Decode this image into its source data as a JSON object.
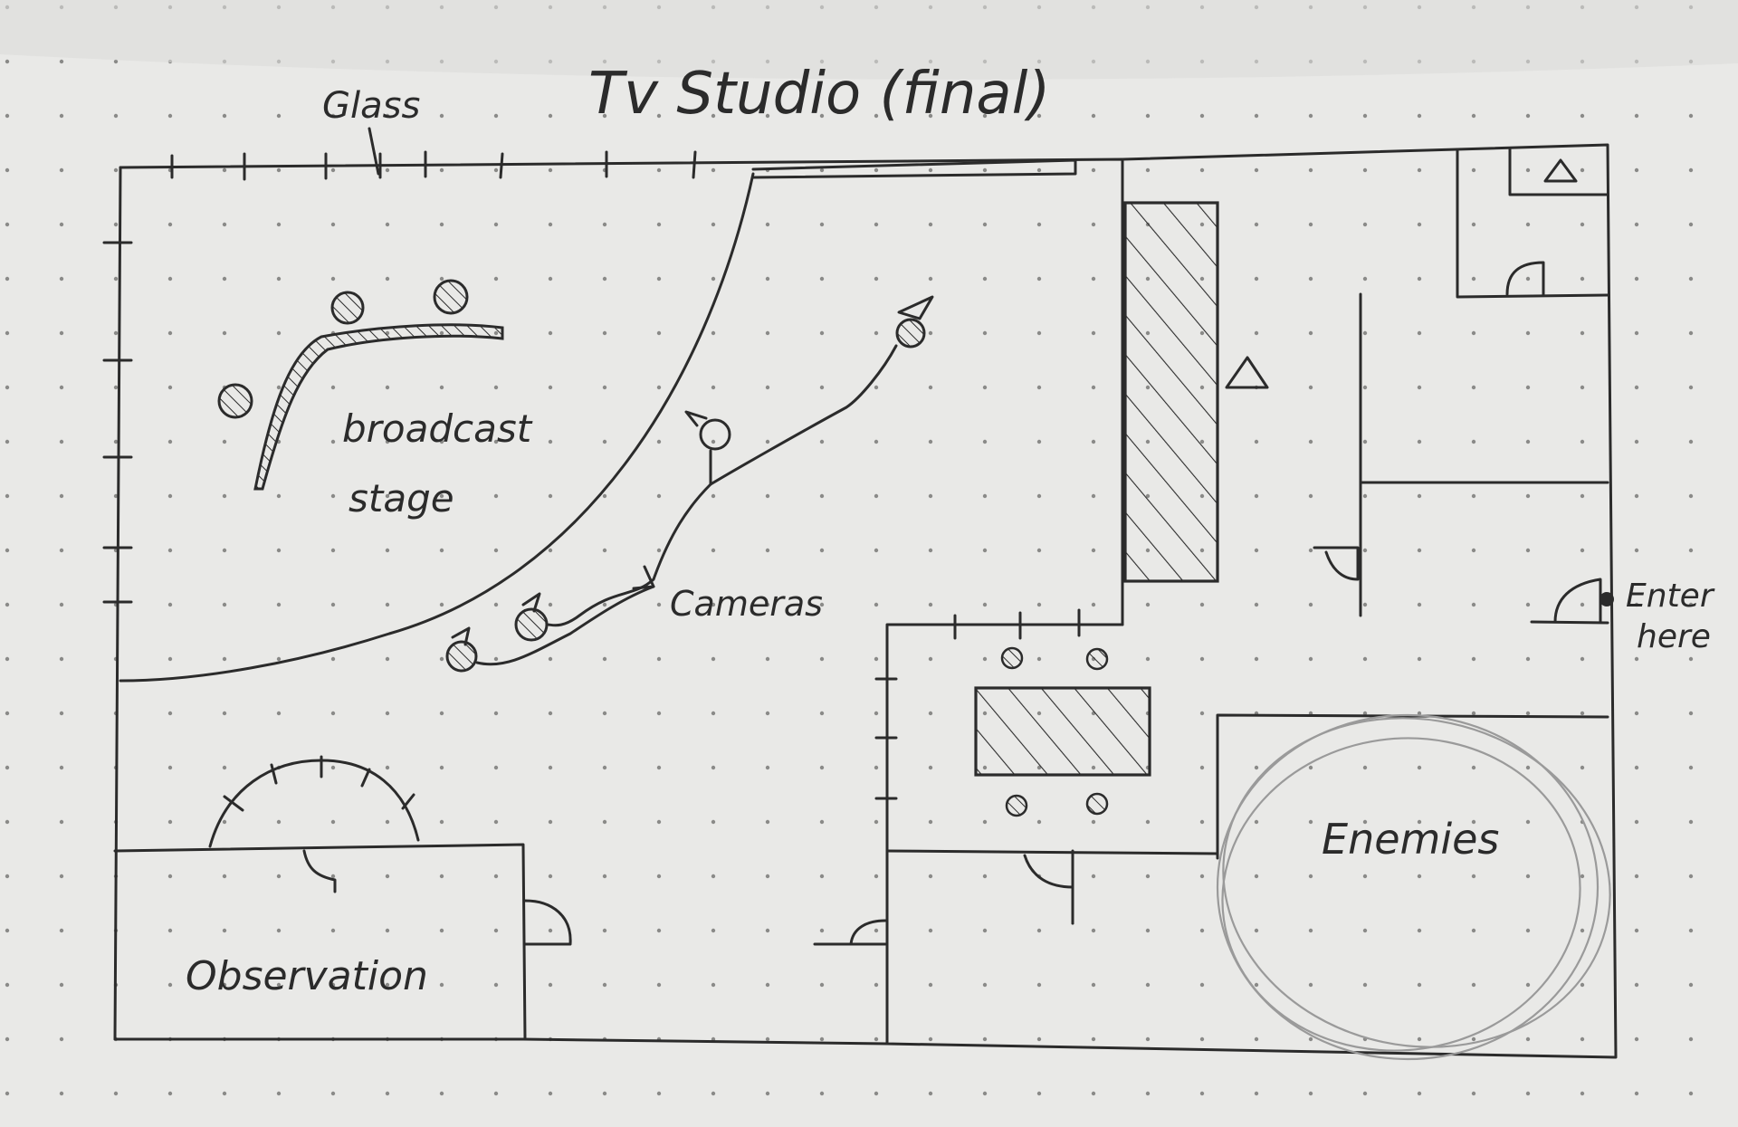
{
  "title": "Tv Studio (final)",
  "labels": {
    "glass": "Glass",
    "broadcast": "broadcast",
    "stage": "stage",
    "cameras": "Cameras",
    "enter": "Enter",
    "here": "here",
    "enemies": "Enemies",
    "observation": "Observation"
  },
  "colors": {
    "paper": "#e9e9e7",
    "ink": "#2b2b2b",
    "pencil": "#9a9a9a",
    "dot": "#8a8a88"
  },
  "icons": {
    "camera": "camera-icon",
    "pillar": "pillar-icon",
    "marker": "triangle-marker-icon",
    "door": "door-swing-icon",
    "entrance": "entrance-dot-icon"
  }
}
